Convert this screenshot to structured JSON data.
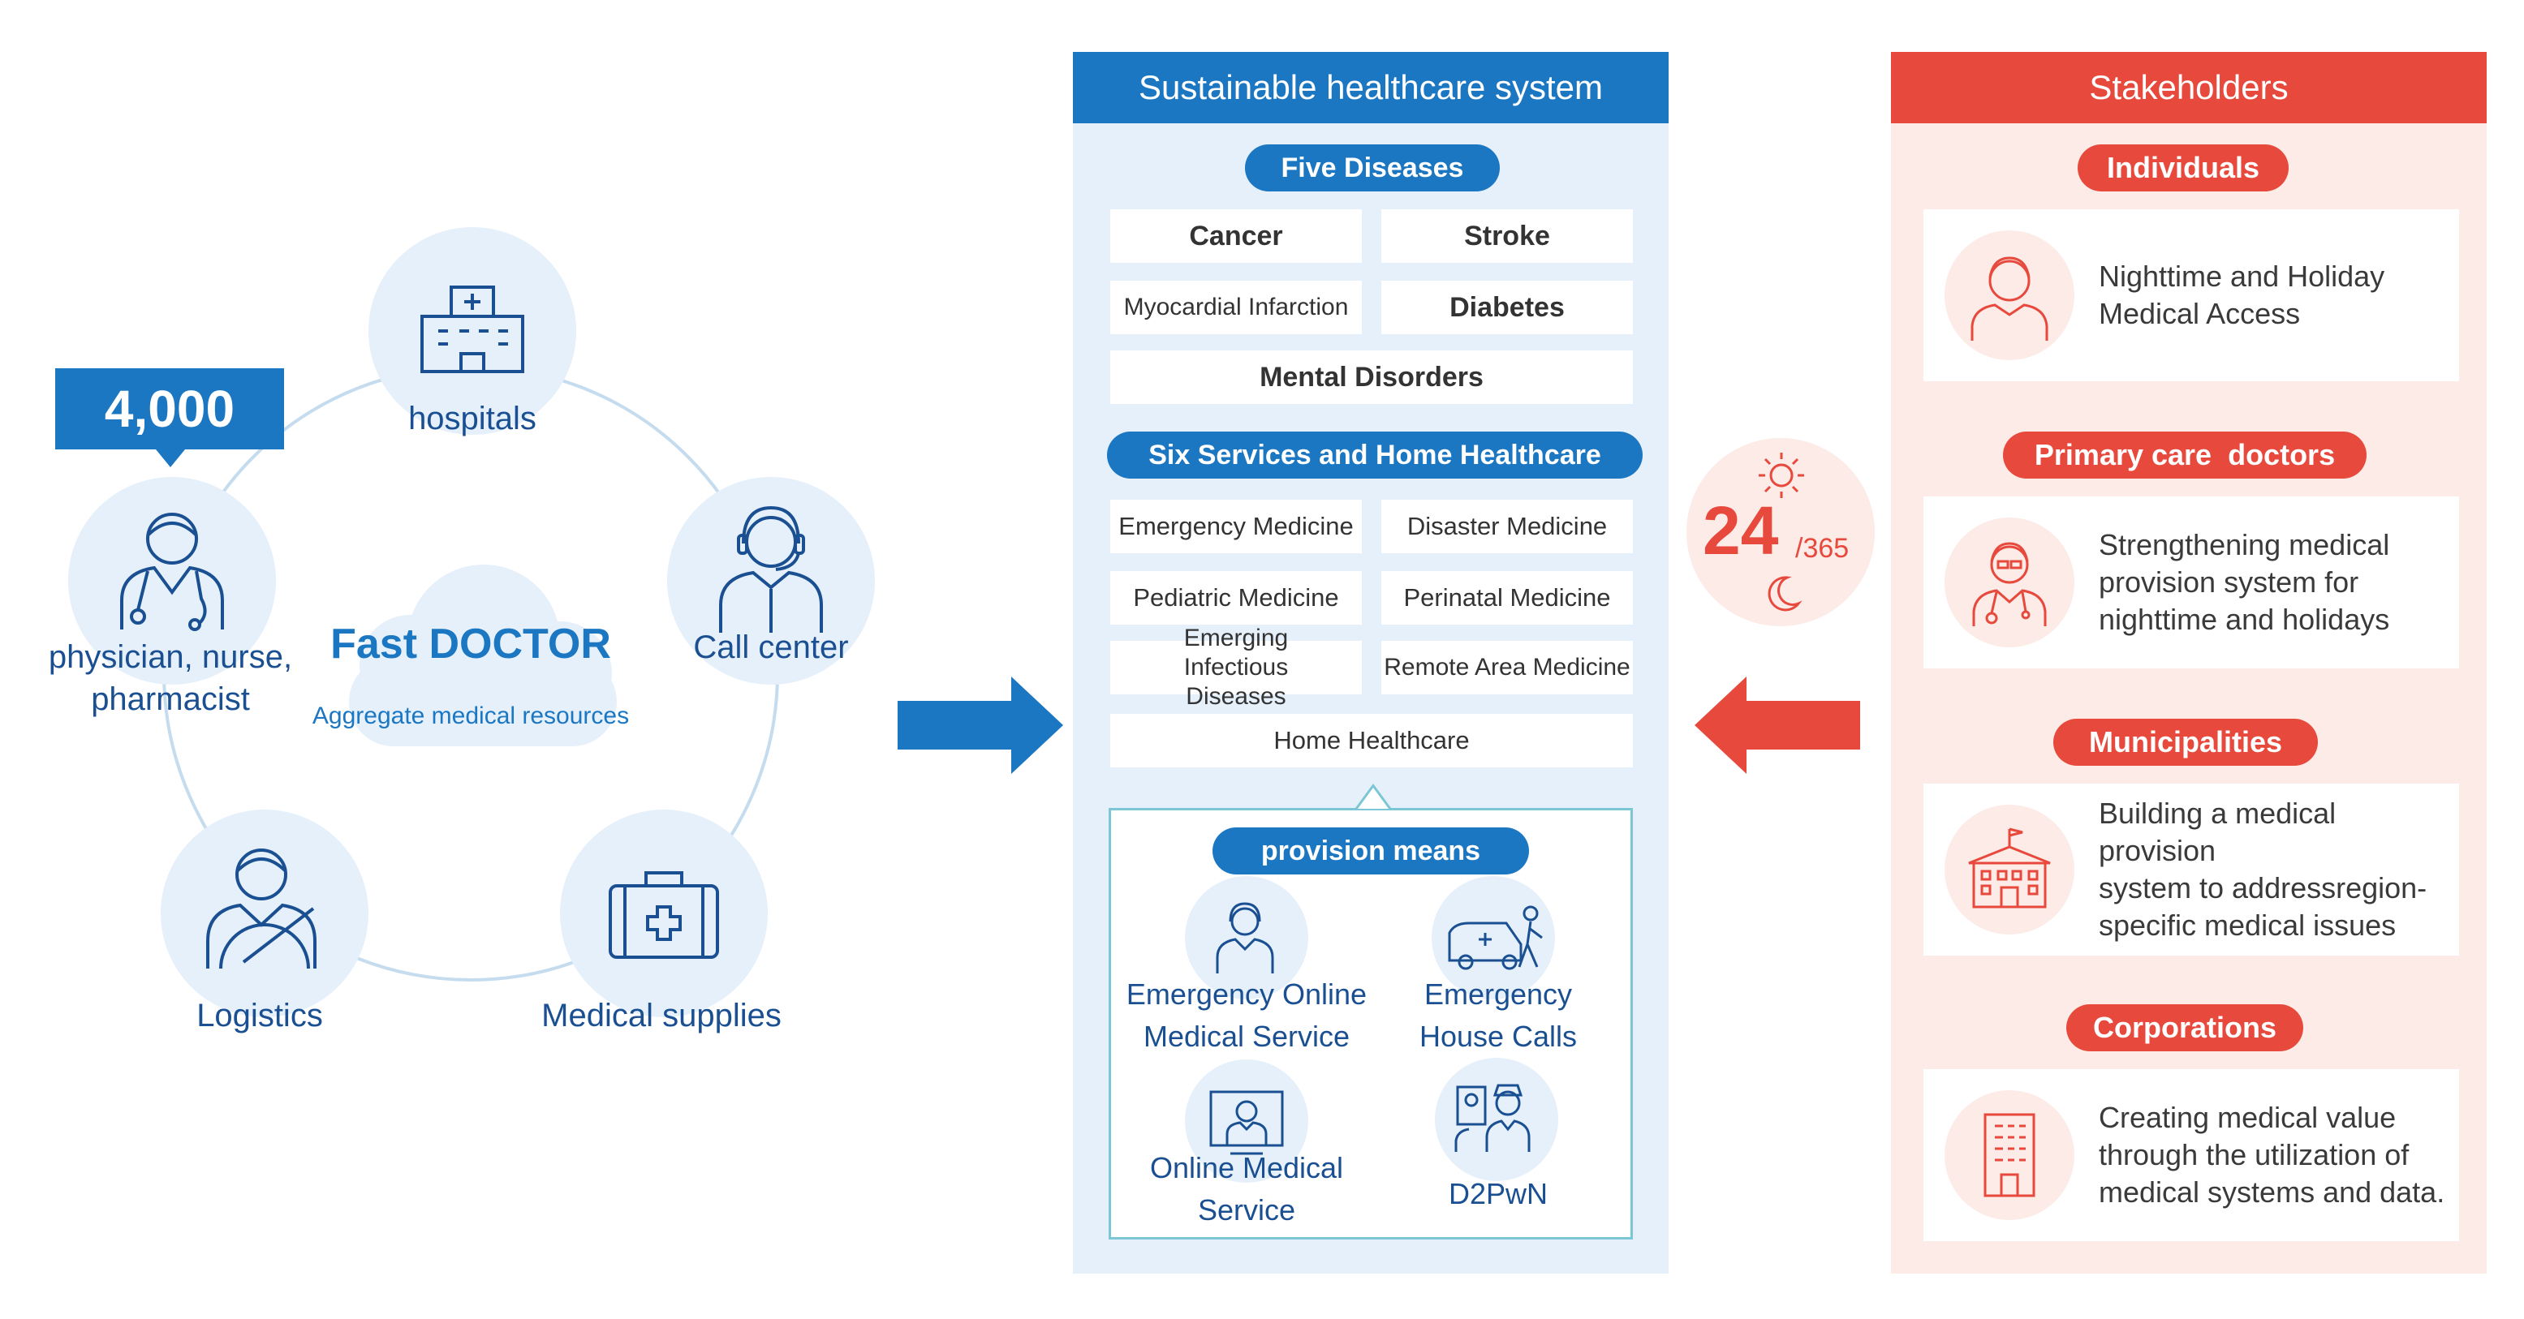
{
  "resources": {
    "count": "4,000",
    "hospitals": "hospitals",
    "staff_line1": "physician, nurse,",
    "staff_line2": "pharmacist",
    "call_center": "Call center",
    "logistics": "Logistics",
    "medical_supplies": "Medical supplies",
    "brand": "Fast DOCTOR",
    "aggregate": "Aggregate medical resources"
  },
  "system": {
    "title": "Sustainable healthcare system",
    "five_diseases": {
      "label": "Five Diseases",
      "items": [
        "Cancer",
        "Stroke",
        "Myocardial Infarction",
        "Diabetes",
        "Mental Disorders"
      ]
    },
    "six_services": {
      "label": "Six Services and Home Healthcare",
      "items": [
        "Emergency Medicine",
        "Disaster Medicine",
        "Pediatric Medicine",
        "Perinatal Medicine",
        "Emerging Infectious Diseases",
        "Remote Area Medicine",
        "Home Healthcare"
      ]
    },
    "provision": {
      "label": "provision means",
      "items": [
        {
          "line1": "Emergency Online",
          "line2": "Medical Service"
        },
        {
          "line1": "Emergency",
          "line2": "House Calls"
        },
        {
          "line1": "Online Medical",
          "line2": "Service"
        },
        {
          "line1": "D2PwN",
          "line2": ""
        }
      ]
    }
  },
  "availability": {
    "hours": "24",
    "days": "/365"
  },
  "stakeholders": {
    "title": "Stakeholders",
    "groups": [
      {
        "label": "Individuals",
        "text_lines": [
          "Nighttime and Holiday",
          "Medical Access"
        ]
      },
      {
        "label": "Primary care  doctors",
        "text_lines": [
          "Strengthening medical",
          "provision system for",
          "nighttime and holidays"
        ]
      },
      {
        "label": "Municipalities",
        "text_lines": [
          "Building a medical provision",
          "system to addressregion-",
          "specific medical issues"
        ]
      },
      {
        "label": "Corporations",
        "text_lines": [
          "Creating medical value",
          "through the utilization of",
          "medical systems and data."
        ]
      }
    ]
  },
  "colors": {
    "blue": "#1c77c3",
    "dark_blue": "#1a4f92",
    "red": "#e8493d",
    "light_blue": "#e5f0fa",
    "light_red": "#fcebe6"
  }
}
